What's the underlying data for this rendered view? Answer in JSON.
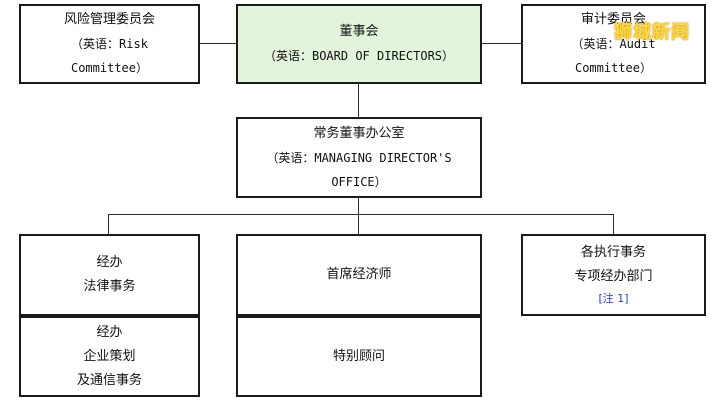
{
  "board": {
    "name": "董事会",
    "english": "（英语：BOARD OF DIRECTORS）"
  },
  "risk_committee": {
    "name": "风险管理委员会",
    "english_line1": "（英语：Risk",
    "english_line2": "Committee）"
  },
  "audit_committee": {
    "name": "审计委员会",
    "english_line1": "（英语：Audit",
    "english_line2": "Committee）"
  },
  "md_office": {
    "name": "常务董事办公室",
    "english_line1": "（英语：MANAGING DIRECTOR'S",
    "english_line2": "OFFICE）"
  },
  "legal": {
    "line1": "经办",
    "line2": "法律事务"
  },
  "planning": {
    "line1": "经办",
    "line2": "企业策划",
    "line3": "及通信事务"
  },
  "chief_economist": {
    "name": "首席经济师"
  },
  "special_advisor": {
    "name": "特别顾问"
  },
  "exec_depts": {
    "line1": "各执行事务",
    "line2": "专项经办部门",
    "note": "[注 1]"
  },
  "watermark": {
    "text": "狮城新闻"
  },
  "colors": {
    "board_fill": "#e2f5dc",
    "line": "#2a2a2a",
    "note": "#2b3fb8"
  }
}
